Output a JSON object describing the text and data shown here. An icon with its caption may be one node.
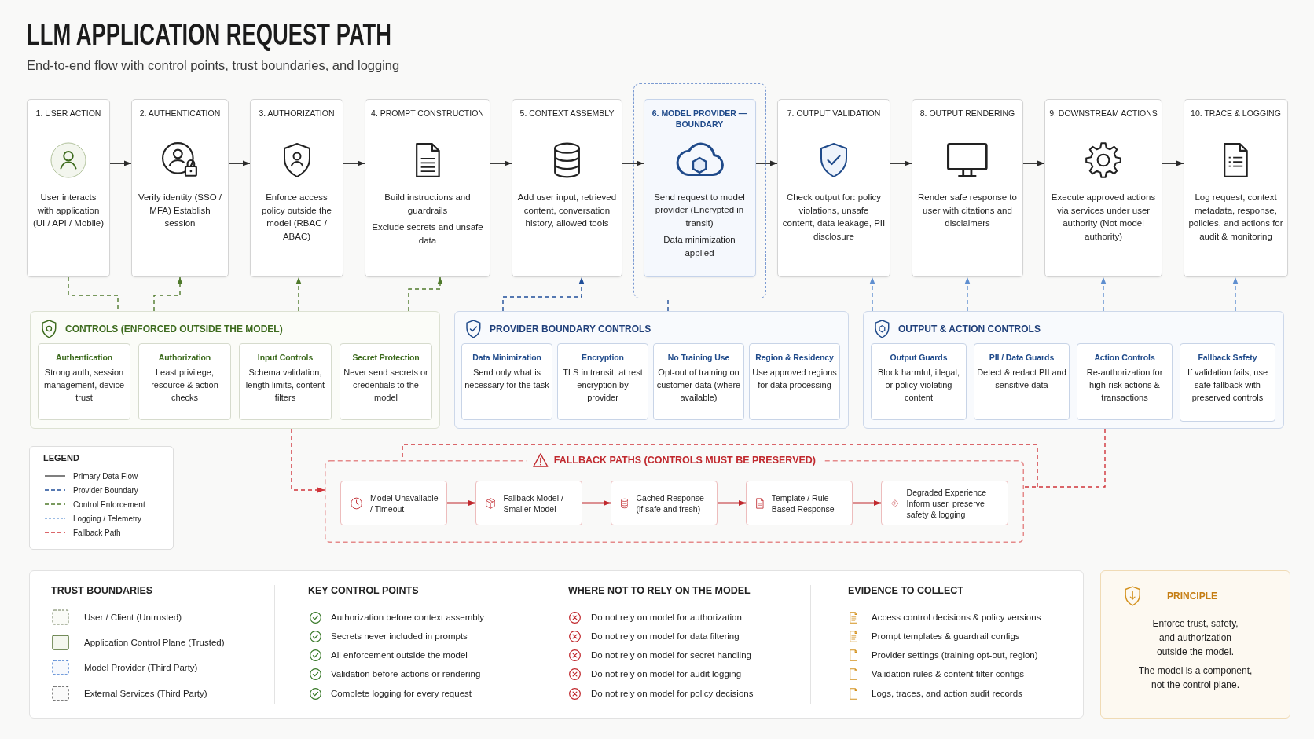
{
  "diagram": {
    "title": "LLM APPLICATION REQUEST PATH",
    "caption": "End-to-end flow with control points, trust boundaries, and logging",
    "nodes": [
      {
        "text": [
          "1. USER ACTION",
          "User interacts with application (UI / API / Mobile)"
        ]
      },
      {
        "text": [
          "2. AUTHENTICATION",
          "Verify identity (SSO / MFA) Establish session"
        ]
      },
      {
        "text": [
          "3. AUTHORIZATION",
          "Enforce access policy outside the model (RBAC / ABAC)"
        ]
      },
      {
        "text": [
          "4. PROMPT CONSTRUCTION",
          "Build instructions and guardrails",
          "Exclude secrets and unsafe data"
        ]
      },
      {
        "text": [
          "5. CONTEXT ASSEMBLY",
          "Add user input, retrieved content, conversation history, allowed tools"
        ]
      },
      {
        "text": [],
        "shape": "box"
      },
      {
        "text": [
          "6. MODEL PROVIDER — BOUNDARY",
          "Send request to model provider (Encrypted in transit)",
          "Data minimization applied"
        ],
        "in": 5
      },
      {
        "text": [
          "7. OUTPUT VALIDATION",
          "Check output for: policy violations, unsafe content, data leakage, PII disclosure"
        ]
      },
      {
        "text": [
          "8. OUTPUT RENDERING",
          "Render safe response to user with citations and disclaimers"
        ]
      },
      {
        "text": [
          "9. DOWNSTREAM ACTIONS",
          "Execute approved actions via services under user authority (Not model authority)"
        ]
      },
      {
        "text": [
          "10. TRACE & LOGGING",
          "Log request, context metadata, response, policies, and actions for audit & monitoring"
        ]
      },
      {
        "text": [
          "CONTROLS (ENFORCED OUTSIDE THE MODEL)"
        ]
      },
      {
        "text": [
          "Authentication",
          "Strong auth, session management, device trust"
        ],
        "in": 11
      },
      {
        "text": [
          "Authorization",
          "Least privilege, resource & action checks"
        ],
        "in": 11
      },
      {
        "text": [
          "Input Controls",
          "Schema validation, length limits, content filters"
        ],
        "in": 11
      },
      {
        "text": [
          "Secret Protection",
          "Never send secrets or credentials to the model"
        ],
        "in": 11
      },
      {
        "text": [
          "PROVIDER BOUNDARY CONTROLS"
        ]
      },
      {
        "text": [
          "Data Minimization",
          "Send only what is necessary for the task"
        ],
        "in": 16
      },
      {
        "text": [
          "Encryption",
          "TLS in transit, at rest encryption by provider"
        ],
        "in": 16
      },
      {
        "text": [
          "No Training Use",
          "Opt-out of training on customer data (where available)"
        ],
        "in": 16
      },
      {
        "text": [
          "Region & Residency",
          "Use approved regions for data processing"
        ],
        "in": 16
      },
      {
        "text": [
          "OUTPUT & ACTION CONTROLS"
        ]
      },
      {
        "text": [
          "Output Guards",
          "Block harmful, illegal, or policy-violating content"
        ],
        "in": 21
      },
      {
        "text": [
          "PII / Data Guards",
          "Detect & redact PII and sensitive data"
        ],
        "in": 21
      },
      {
        "text": [
          "Action Controls",
          "Re-authorization for high-risk actions & transactions"
        ],
        "in": 21
      },
      {
        "text": [
          "Fallback Safety",
          "If validation fails, use safe fallback with preserved controls"
        ],
        "in": 21
      },
      {
        "text": [
          "FALLBACK PATHS (CONTROLS MUST BE PRESERVED)"
        ]
      },
      {
        "text": [
          "Model Unavailable / Timeout"
        ],
        "in": 26
      },
      {
        "text": [
          "Fallback Model / Smaller Model"
        ],
        "in": 26
      },
      {
        "text": [
          "Cached Response (if safe and fresh)"
        ],
        "in": 26
      },
      {
        "text": [
          "Template / Rule Based Response"
        ],
        "in": 26
      },
      {
        "text": [
          "Degraded Experience Inform user, preserve safety & logging"
        ],
        "in": 26
      },
      {
        "text": [
          "TRUST BOUNDARIES",
          "User / Client (Untrusted)",
          "Application Control Plane (Trusted)",
          "Model Provider (Third Party)",
          "External Services (Third Party)",
          "KEY CONTROL POINTS",
          "Authorization before context assembly",
          "Secrets never included in prompts",
          "All enforcement outside the model",
          "Validation before actions or rendering",
          "Complete logging for every request",
          "WHERE NOT TO RELY ON THE MODEL",
          "Do not rely on model for authorization",
          "Do not rely on model for data filtering",
          "Do not rely on model for secret handling",
          "Do not rely on model for audit logging",
          "Do not rely on model for policy decisions",
          "EVIDENCE TO COLLECT",
          "Access control decisions & policy versions",
          "Prompt templates & guardrail configs",
          "Provider settings (training opt-out, region)",
          "Validation rules & content filter configs",
          "Logs, traces, and action audit records"
        ]
      },
      {
        "text": [
          "PRINCIPLE",
          "Enforce trust, safety, and authorization outside the model.",
          "The model is a component, not the control plane."
        ]
      }
    ],
    "edges": [
      {
        "from": 0,
        "to": 1,
        "arrow": "to"
      },
      {
        "from": 1,
        "to": 2,
        "arrow": "to"
      },
      {
        "from": 2,
        "to": 3,
        "arrow": "to"
      },
      {
        "from": 3,
        "to": 4,
        "arrow": "to"
      },
      {
        "from": 4,
        "to": 6,
        "arrow": "to"
      },
      {
        "from": 6,
        "to": 7,
        "arrow": "to"
      },
      {
        "from": 7,
        "to": 8,
        "arrow": "to"
      },
      {
        "from": 8,
        "to": 9,
        "arrow": "to"
      },
      {
        "from": 9,
        "to": 10,
        "arrow": "to"
      },
      {
        "from": 0,
        "to": 11,
        "arrow": "none",
        "style": "dashed",
        "color": "#4f7a2b"
      },
      {
        "from": 11,
        "to": 1,
        "arrow": "to",
        "style": "dashed",
        "color": "#4f7a2b"
      },
      {
        "from": 11,
        "to": 2,
        "arrow": "to",
        "style": "dashed",
        "color": "#4f7a2b"
      },
      {
        "from": 11,
        "to": 3,
        "arrow": "to",
        "style": "dashed",
        "color": "#4f7a2b"
      },
      {
        "from": 16,
        "to": 4,
        "arrow": "to",
        "style": "dashed",
        "color": "#1f4e99"
      },
      {
        "from": 16,
        "to": 5,
        "arrow": "none",
        "style": "dashed",
        "color": "#1f4e99"
      },
      {
        "from": 21,
        "to": 7,
        "arrow": "to",
        "style": "dashed",
        "color": "#5f8fd0"
      },
      {
        "from": 21,
        "to": 8,
        "arrow": "to",
        "style": "dashed",
        "color": "#5f8fd0"
      },
      {
        "from": 21,
        "to": 9,
        "arrow": "to",
        "style": "dashed",
        "color": "#5f8fd0"
      },
      {
        "from": 21,
        "to": 10,
        "arrow": "to",
        "style": "dashed",
        "color": "#5f8fd0"
      },
      {
        "from": 11,
        "to": 26,
        "arrow": "to",
        "style": "dashed",
        "color": "#d0343a"
      },
      {
        "from": 21,
        "to": 26,
        "arrow": "none",
        "style": "dashed",
        "color": "#d0343a"
      },
      {
        "from": 27,
        "to": 28,
        "arrow": "to",
        "color": "#c0282d"
      },
      {
        "from": 28,
        "to": 29,
        "arrow": "to",
        "color": "#c0282d"
      },
      {
        "from": 29,
        "to": 30,
        "arrow": "to",
        "color": "#c0282d"
      },
      {
        "from": 30,
        "to": 31,
        "arrow": "to",
        "color": "#c0282d"
      }
    ],
    "labels": [
      "LEGEND"
    ],
    "legend": [
      {
        "text": "Primary Data Flow"
      },
      {
        "text": "Provider Boundary"
      },
      {
        "text": "Control Enforcement"
      },
      {
        "text": "Logging / Telemetry"
      },
      {
        "text": "Fallback Path"
      }
    ]
  }
}
